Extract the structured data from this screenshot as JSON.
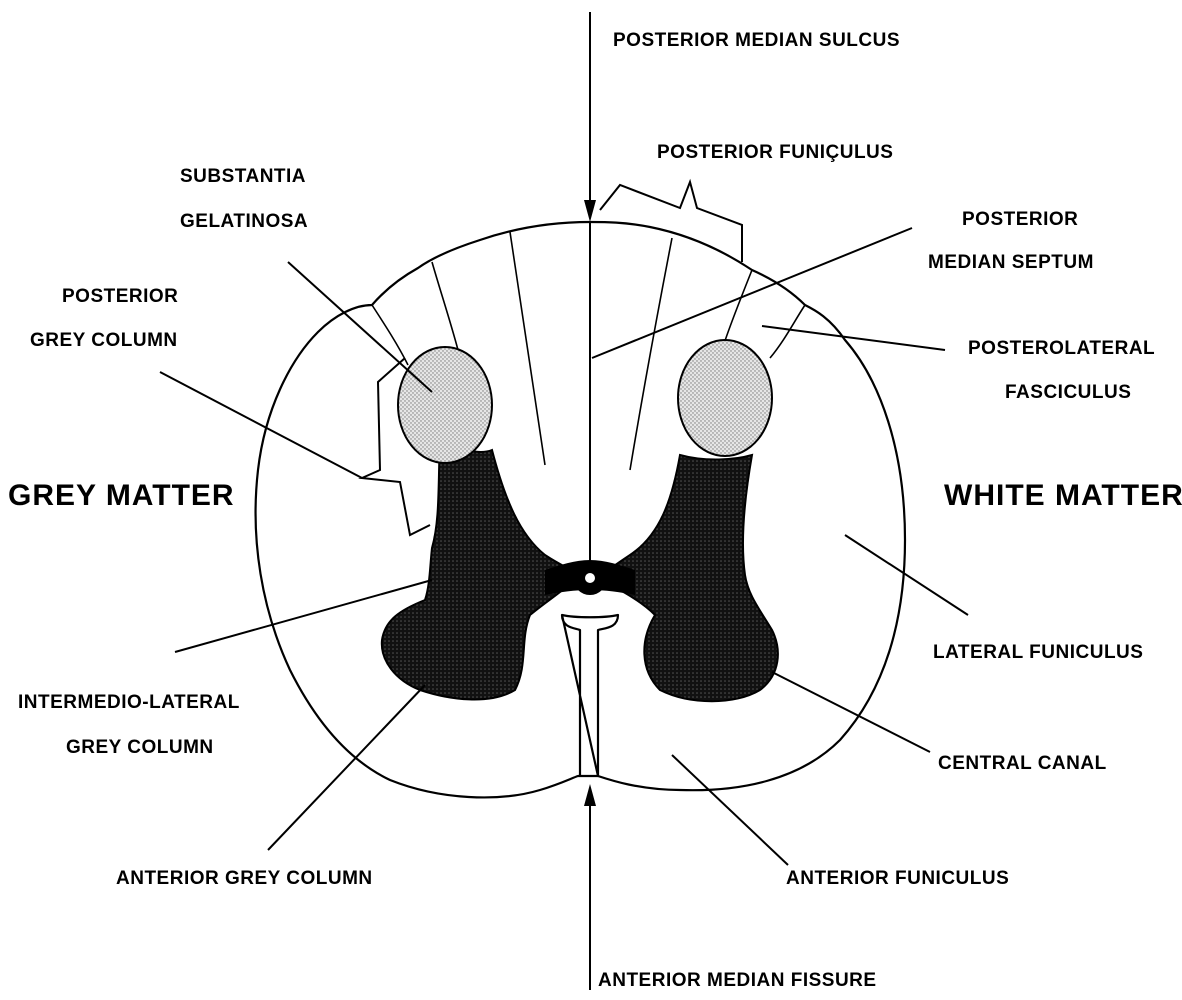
{
  "labels": {
    "posterior_median_sulcus": "POSTERIOR MEDIAN SULCUS",
    "posterior_funiculus": "POSTERIOR FUNIÇULUS",
    "substantia_line1": "SUBSTANTIA",
    "substantia_line2": "GELATINOSA",
    "posterior_median_septum_line1": "POSTERIOR",
    "posterior_median_septum_line2": "MEDIAN SEPTUM",
    "posterior_grey_column_line1": "POSTERIOR",
    "posterior_grey_column_line2": "GREY COLUMN",
    "posterolateral_line1": "POSTEROLATERAL",
    "posterolateral_line2": "FASCICULUS",
    "grey_matter": "GREY MATTER",
    "white_matter": "WHITE MATTER",
    "lateral_funiculus": "LATERAL FUNICULUS",
    "intermedio_line1": "INTERMEDIO-LATERAL",
    "intermedio_line2": "GREY COLUMN",
    "central_canal": "CENTRAL CANAL",
    "anterior_grey_column": "ANTERIOR GREY COLUMN",
    "anterior_funiculus": "ANTERIOR FUNICULUS",
    "anterior_median_fissure": "ANTERIOR MEDIAN FISSURE"
  },
  "colors": {
    "ink": "#000000",
    "background": "#ffffff",
    "gelatinosa_fill": "#d9d9d9"
  }
}
